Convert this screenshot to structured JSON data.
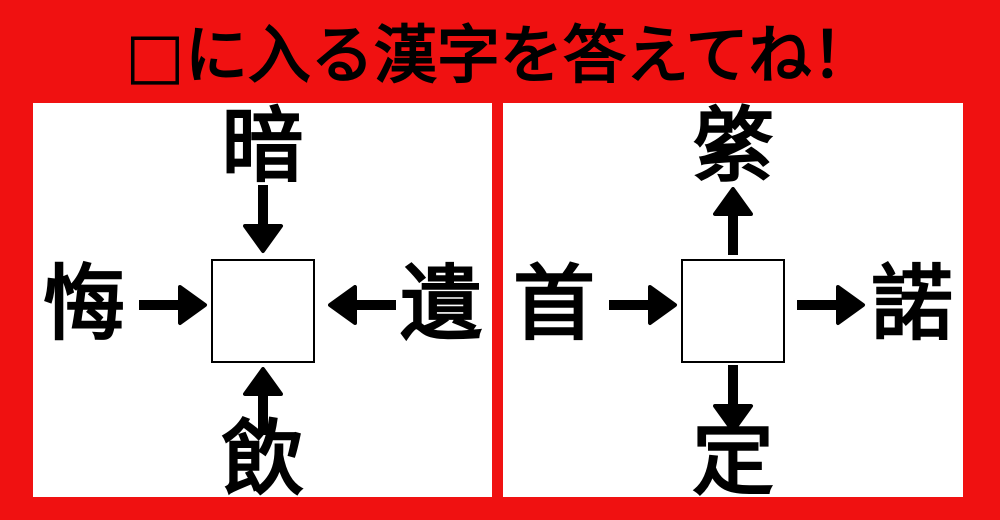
{
  "title": "□に入る漢字を答えてね！",
  "colors": {
    "background": "#f01111",
    "panel": "#ffffff",
    "ink": "#000000"
  },
  "puzzles": [
    {
      "name": "left-puzzle",
      "top": {
        "kanji": "暗",
        "arrow_direction": "down"
      },
      "left": {
        "kanji": "悔",
        "arrow_direction": "right"
      },
      "right": {
        "kanji": "遺",
        "arrow_direction": "left"
      },
      "bottom": {
        "kanji": "飲",
        "arrow_direction": "up"
      },
      "answer_box": ""
    },
    {
      "name": "right-puzzle",
      "top": {
        "kanji": "綮",
        "arrow_direction": "up"
      },
      "left": {
        "kanji": "首",
        "arrow_direction": "right"
      },
      "right": {
        "kanji": "諾",
        "arrow_direction": "right"
      },
      "bottom": {
        "kanji": "定",
        "arrow_direction": "down"
      },
      "answer_box": ""
    }
  ]
}
